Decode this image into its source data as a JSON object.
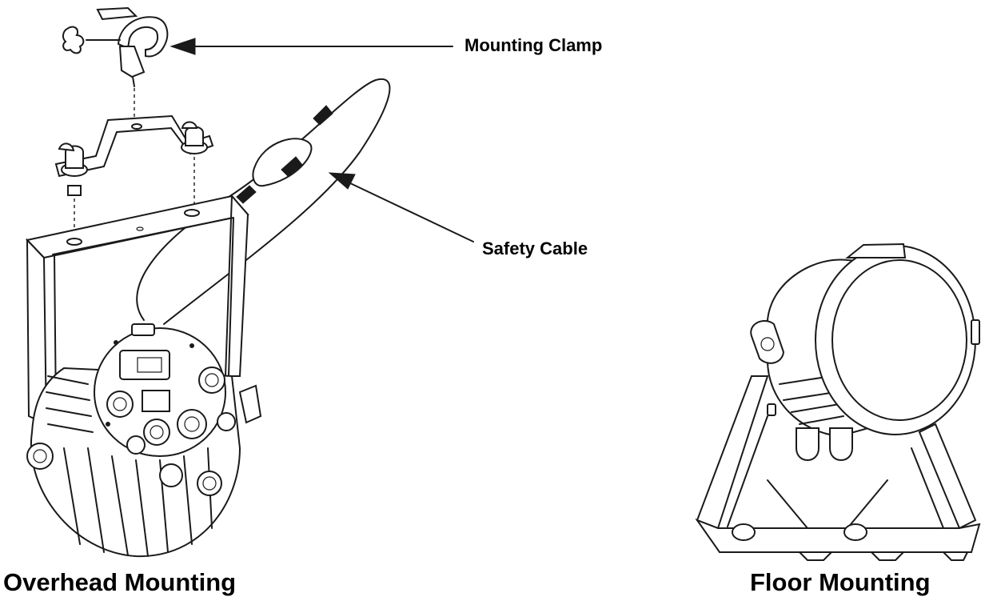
{
  "callouts": {
    "mounting_clamp": "Mounting Clamp",
    "safety_cable": "Safety Cable"
  },
  "captions": {
    "overhead": "Overhead Mounting",
    "floor": "Floor Mounting"
  },
  "colors": {
    "line": "#1a1a1a",
    "background": "#ffffff"
  }
}
